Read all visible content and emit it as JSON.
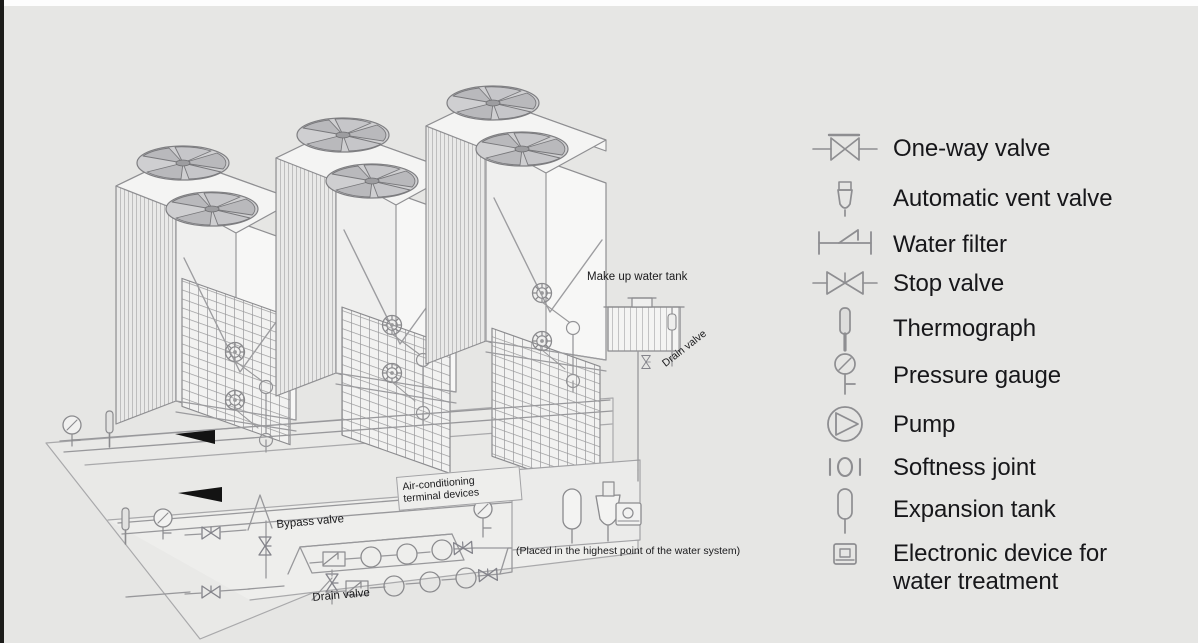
{
  "background_color": "#e6e6e4",
  "line_color": "#8c8c8e",
  "dark_line_color": "#6f6f72",
  "text_color": "#17171a",
  "legend": {
    "items": [
      {
        "icon": "one-way-valve-icon",
        "label": "One-way valve"
      },
      {
        "icon": "automatic-vent-valve-icon",
        "label": "Automatic vent valve"
      },
      {
        "icon": "water-filter-icon",
        "label": "Water filter"
      },
      {
        "icon": "stop-valve-icon",
        "label": "Stop valve"
      },
      {
        "icon": "thermograph-icon",
        "label": "Thermograph"
      },
      {
        "icon": "pressure-gauge-icon",
        "label": "Pressure gauge"
      },
      {
        "icon": "pump-icon",
        "label": "Pump"
      },
      {
        "icon": "softness-joint-icon",
        "label": "Softness joint"
      },
      {
        "icon": "expansion-tank-icon",
        "label": "Expansion tank"
      },
      {
        "icon": "electronic-water-treatment-icon",
        "label": "Electronic device for water treatment"
      }
    ]
  },
  "diagram": {
    "title_labels": {
      "make_up_water_tank": "Make up water tank",
      "tank_drain_valve": "Drain valve",
      "bypass_valve": "Bypass valve",
      "system_drain_valve": "Drain valve",
      "terminal_devices": "Air-conditioning terminal devices",
      "highest_point_note": "(Placed in the highest point of the water system)"
    },
    "equipment": {
      "chiller_count": 3,
      "fans_per_chiller": 2,
      "terminal_device_rows": 2,
      "terminal_devices_per_row": 3
    }
  }
}
